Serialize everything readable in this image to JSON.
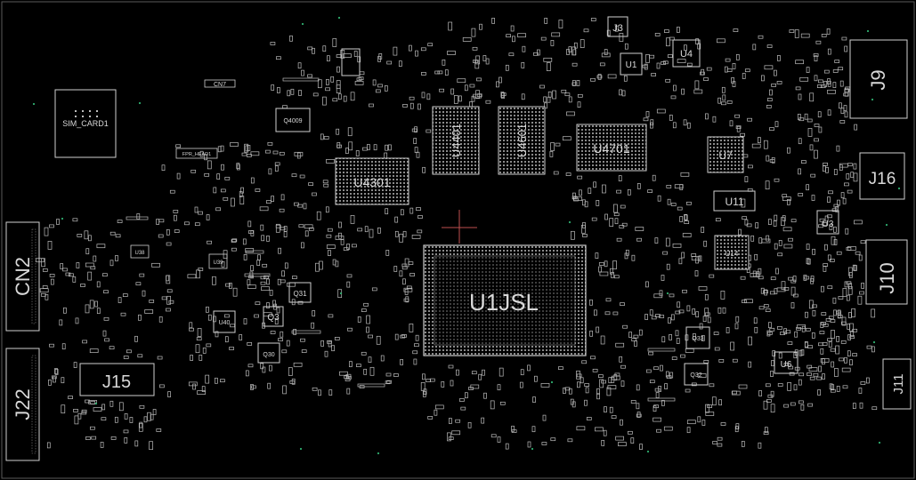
{
  "board": {
    "background": "#000000",
    "outline_color": "#cfcfcf",
    "text_color": "#d8d8d8",
    "pad_color": "#bdbdbd",
    "via_color": "#2fae6f",
    "cursor_color": "#e05050"
  },
  "labels": {
    "u1jsl": "U1JSL",
    "j15": "J15",
    "j9": "J9",
    "j16": "J16",
    "j10": "J10",
    "j11": "J11",
    "j22": "J22",
    "cn2": "CN2",
    "j3": "J3",
    "u1": "U1",
    "u4": "U4",
    "u3": "U3",
    "u6": "U6",
    "u7": "U7",
    "u11": "U11",
    "u4301": "U4301",
    "u4401": "U4401",
    "u4601": "U4601",
    "u4701": "U4701",
    "sim_card": "SIM_CARD1",
    "cn7": "CN7",
    "fpr_head": "FPR_HEAD1",
    "q4009": "Q4009",
    "q31": "Q31",
    "q3": "Q3",
    "q30": "Q30",
    "q33": "Q33",
    "q32": "Q32",
    "u40": "U40",
    "u38": "U38",
    "u39": "U39",
    "u14": "U14"
  }
}
